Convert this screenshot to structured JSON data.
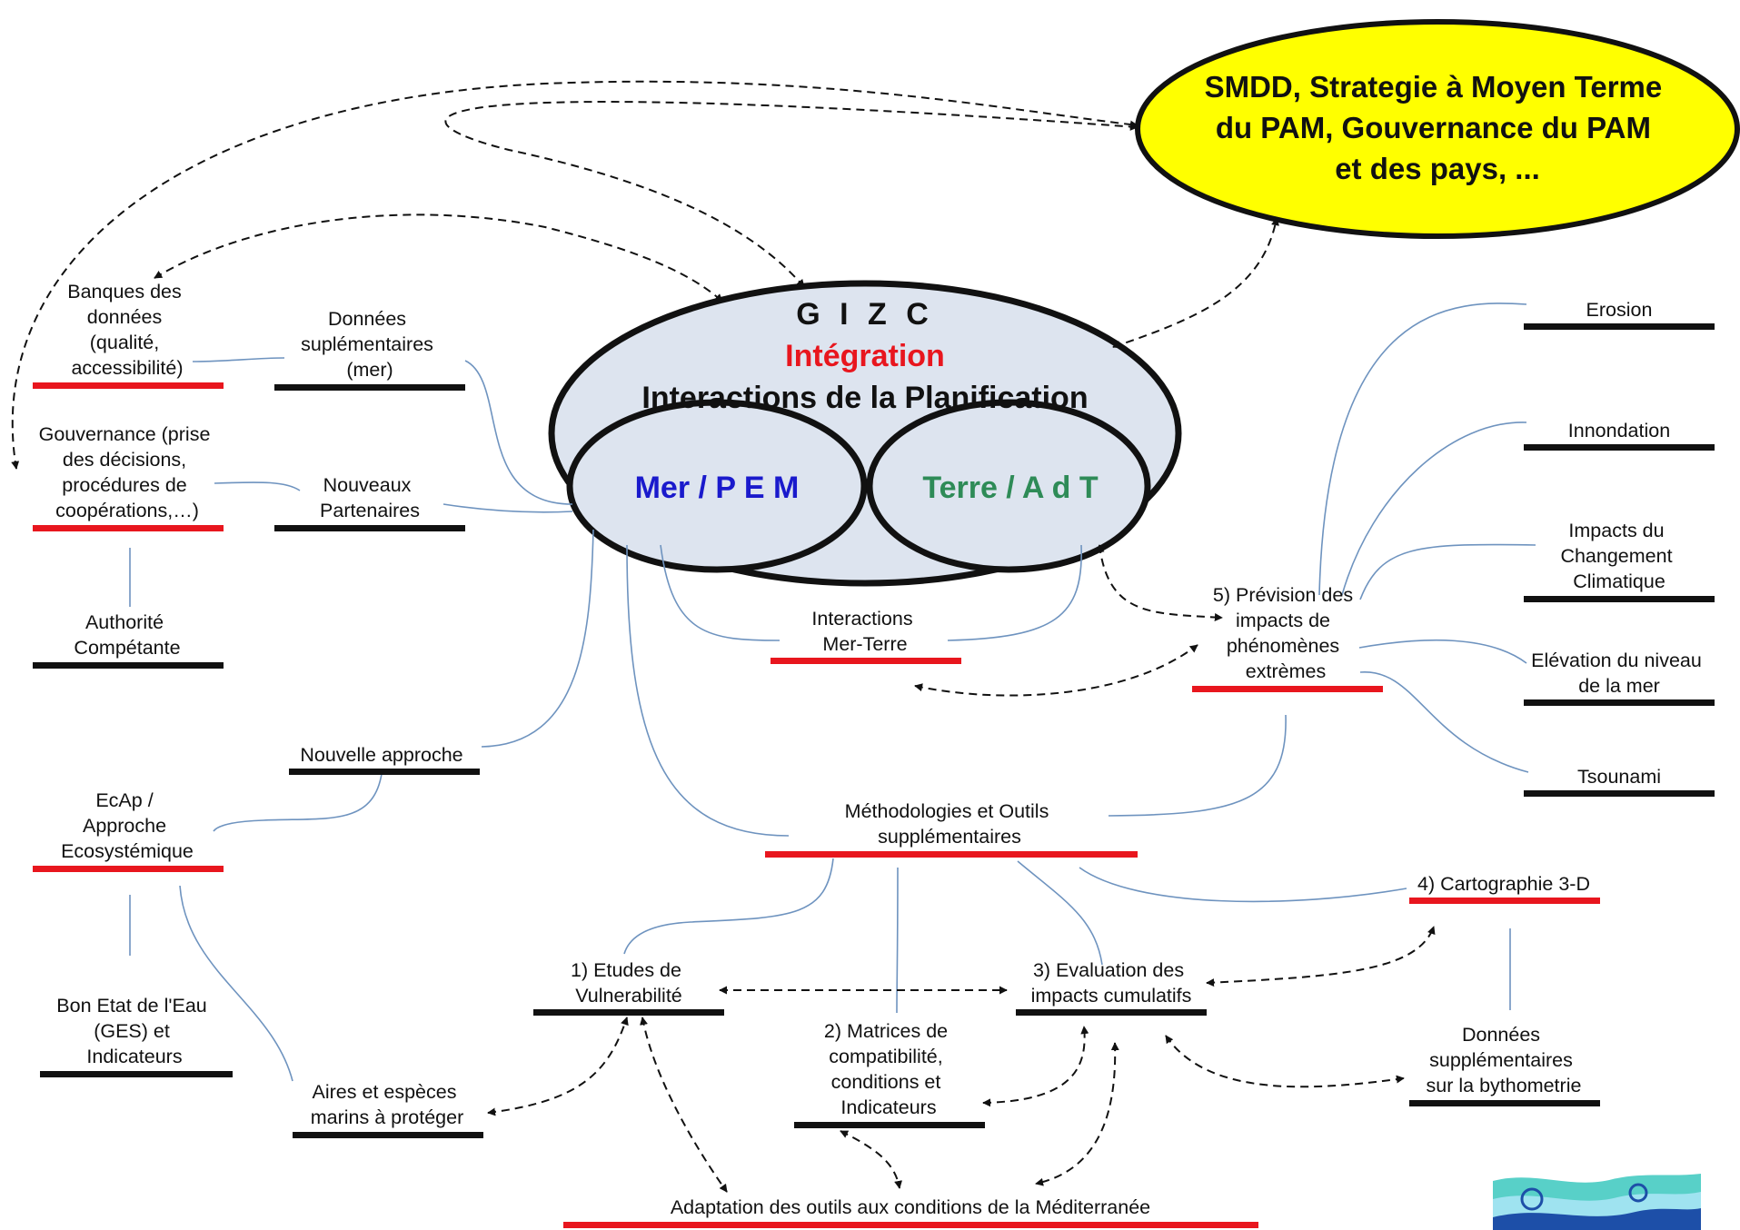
{
  "colors": {
    "black_bar": "#111111",
    "red_bar": "#e8161e",
    "connector": "#6e93bf",
    "smdd_fill": "#ffff00",
    "gizc_fill": "#dde4ef",
    "integration": "#e8161e",
    "mer": "#1a1acc",
    "terre": "#2e8b57"
  },
  "smdd": {
    "lines": [
      "SMDD, Strategie à Moyen Terme",
      "du PAM, Gouvernance du PAM",
      "et des pays, ..."
    ]
  },
  "gizc": {
    "title": "G I Z C",
    "integration": "Intégration",
    "planification": "Interactions de la Planification",
    "mer": "Mer / P E M",
    "terre": "Terre / A d T"
  },
  "nodes": {
    "banques": [
      "Banques des",
      "données",
      "(qualité,",
      "accessibilité)"
    ],
    "donnees_mer": [
      "Données",
      "suplémentaires",
      "(mer)"
    ],
    "gouvernance": [
      "Gouvernance (prise",
      "des décisions,",
      "procédures de",
      "coopérations,…)"
    ],
    "partenaires": [
      "Nouveaux",
      "Partenaires"
    ],
    "authorite": [
      "Authorité",
      "Compétante"
    ],
    "nouvelle_approche": [
      "Nouvelle approche"
    ],
    "ecap": [
      "EcAp /",
      "Approche",
      "Ecosystémique"
    ],
    "bon_etat": [
      "Bon Etat de l'Eau",
      "(GES) et",
      "Indicateurs"
    ],
    "aires": [
      "Aires et espèces",
      "marins à protéger"
    ],
    "interactions_mt": [
      "Interactions",
      "Mer-Terre"
    ],
    "prevision": [
      "5) Prévision des",
      "impacts de",
      "phénomènes",
      "extrèmes"
    ],
    "erosion": [
      "Erosion"
    ],
    "innondation": [
      "Innondation"
    ],
    "impacts_cc": [
      "Impacts du",
      "Changement",
      "Climatique"
    ],
    "elevation": [
      "Elévation du niveau",
      "de la mer"
    ],
    "tsounami": [
      "Tsounami"
    ],
    "methodologies": [
      "Méthodologies et Outils",
      "supplémentaires"
    ],
    "cartographie": [
      "4) Cartographie 3-D"
    ],
    "etudes": [
      "1) Etudes de",
      "Vulnerabilité"
    ],
    "evaluation": [
      "3) Evaluation des",
      "impacts cumulatifs"
    ],
    "matrices": [
      "2) Matrices de",
      "compatibilité,",
      "conditions et",
      "Indicateurs"
    ],
    "donnees_bytho": [
      "Données",
      "supplémentaires",
      "sur la bythometrie"
    ],
    "adaptation": [
      "Adaptation des outils aux conditions de la Méditerranée"
    ]
  }
}
